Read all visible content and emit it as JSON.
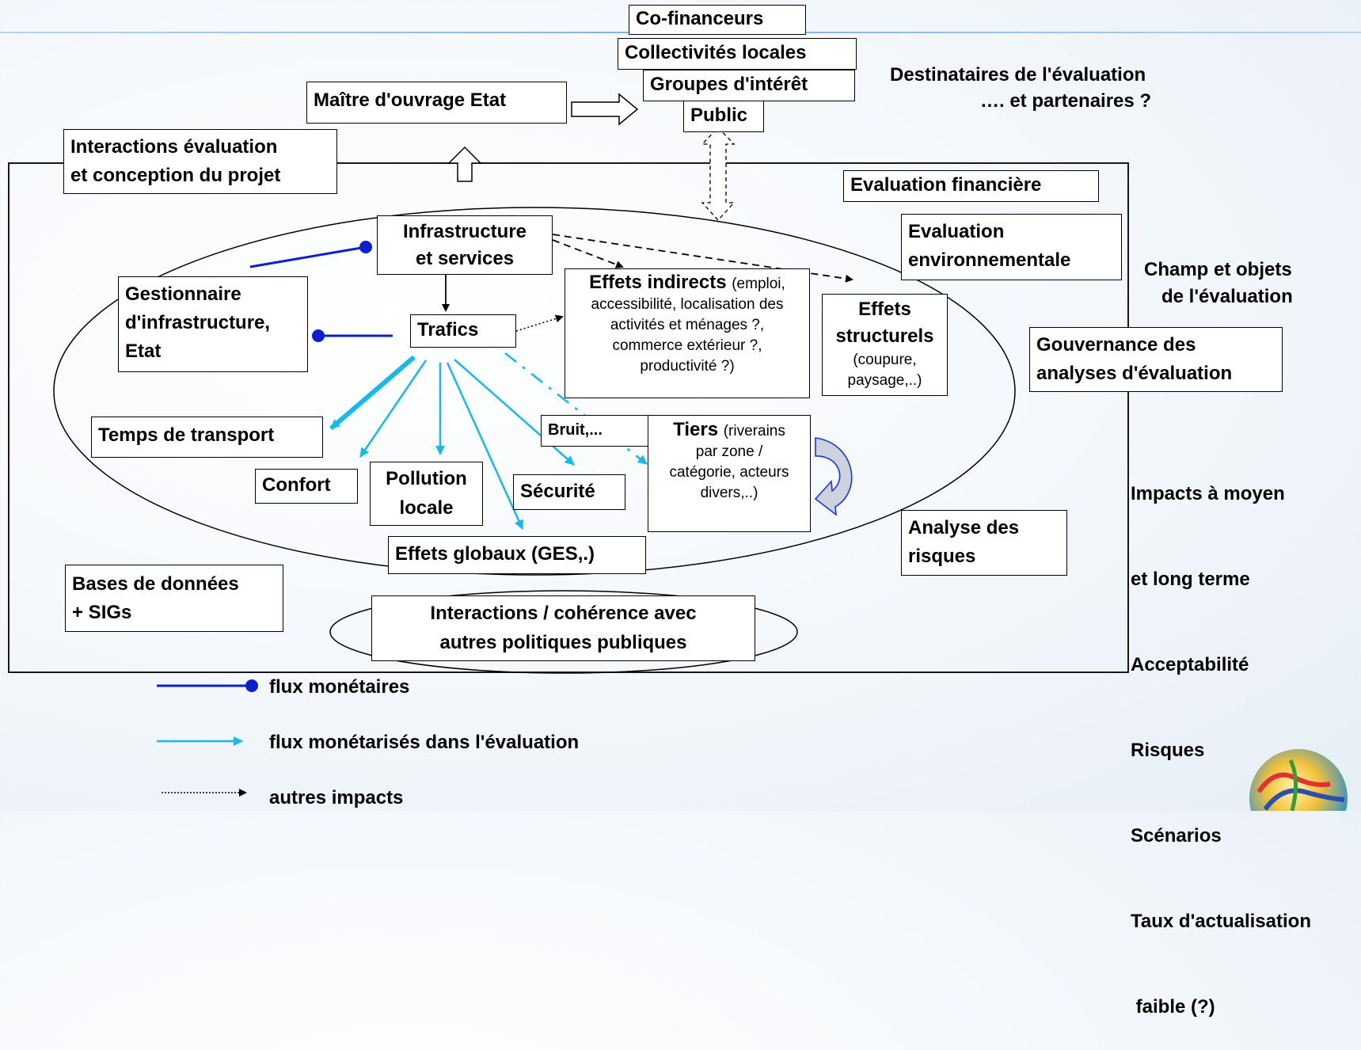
{
  "stakeholders": {
    "cofinanceurs": "Co-financeurs",
    "collectivites": "Collectivités locales",
    "groupes": "Groupes d'intérêt",
    "public": "Public",
    "maitre_ouvrage": "Maître d'ouvrage Etat",
    "destinataires_1": "Destinataires de l'évaluation",
    "destinataires_2": "…. et partenaires ?"
  },
  "interactions": {
    "line1": "Interactions évaluation",
    "line2": "et conception du projet"
  },
  "inner": {
    "infrastructure_1": "Infrastructure",
    "infrastructure_2": "et services",
    "gestionnaire_1": "Gestionnaire",
    "gestionnaire_2": "d'infrastructure,",
    "gestionnaire_3": "Etat",
    "trafics": "Trafics",
    "effets_indirects_title": "Effets indirects",
    "effets_indirects_1": "(emploi,",
    "effets_indirects_2": "accessibilité, localisation des",
    "effets_indirects_3": "activités et ménages ?,",
    "effets_indirects_4": "commerce extérieur ?,",
    "effets_indirects_5": "productivité ?)",
    "effets_structurels_1": "Effets",
    "effets_structurels_2": "structurels",
    "effets_structurels_3": "(coupure,",
    "effets_structurels_4": "paysage,..)",
    "temps": "Temps de transport",
    "confort": "Confort",
    "pollution_1": "Pollution",
    "pollution_2": "locale",
    "securite": "Sécurité",
    "bruit": "Bruit,...",
    "tiers_title": "Tiers",
    "tiers_1": "(riverains",
    "tiers_2": "par zone /",
    "tiers_3": "catégorie, acteurs",
    "tiers_4": "divers,..)",
    "effets_globaux": "Effets globaux (GES,.)"
  },
  "right": {
    "eval_financiere": "Evaluation financière",
    "eval_env_1": "Evaluation",
    "eval_env_2": "environnementale",
    "analyse_1": "Analyse des",
    "analyse_2": "risques",
    "champ_1": "Champ et objets",
    "champ_2": "de l'évaluation",
    "gouvernance_1": "Gouvernance des",
    "gouvernance_2": "analyses d'évaluation",
    "impacts": [
      "Impacts à moyen",
      "et long terme",
      "Acceptabilité",
      "Risques",
      "Scénarios",
      "Taux d'actualisation",
      " faible (?)"
    ]
  },
  "bottom": {
    "bases_1": "Bases de données",
    "bases_2": "+ SIGs",
    "politiques_1": "Interactions / cohérence avec",
    "politiques_2": "autres politiques publiques"
  },
  "legend": {
    "monetaires": "flux monétaires",
    "monetarises": "flux monétarisés dans l'évaluation",
    "autres": "autres impacts"
  },
  "colors": {
    "monetary": "#0a1fd0",
    "monetized": "#16b8ee",
    "other": "#000000"
  }
}
